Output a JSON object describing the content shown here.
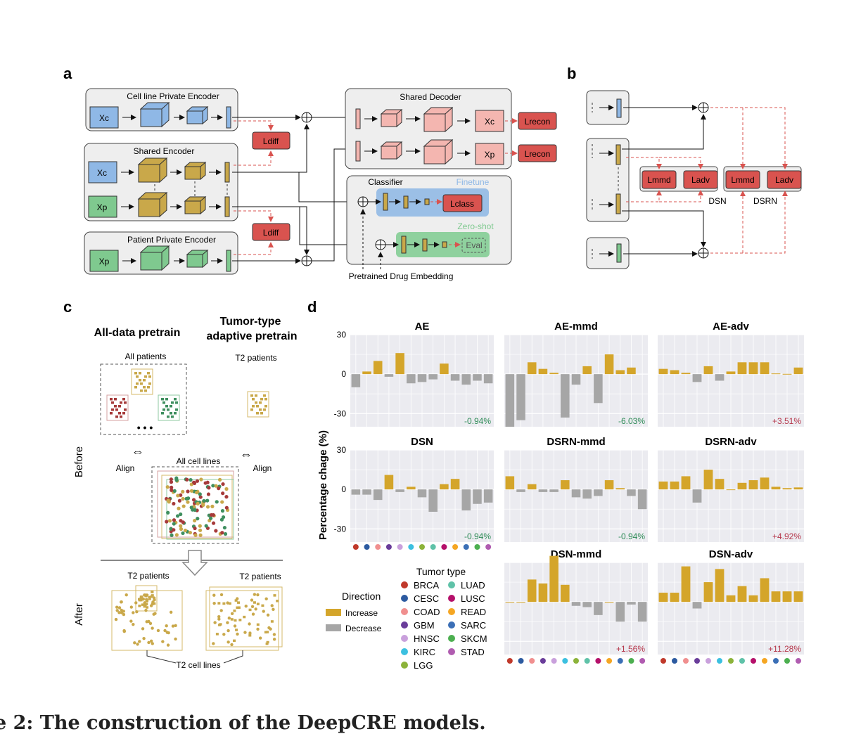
{
  "caption": "e 2: The construction of the DeepCRE models.",
  "panel_a": {
    "letter": "a",
    "cell_line_private_encoder": "Cell line Private Encoder",
    "shared_encoder": "Shared Encoder",
    "patient_private_encoder": "Patient Private Encoder",
    "shared_decoder": "Shared Decoder",
    "classifier": "Classifier",
    "finetune": "Finetune",
    "zero_shot": "Zero-shot",
    "xc": "Xc",
    "xp": "Xp",
    "ldiff": "Ldiff",
    "lrecon": "Lrecon",
    "lclass": "Lclass",
    "eval": "Eval",
    "drug_embedding": "Pretrained Drug Embedding"
  },
  "panel_b": {
    "letter": "b",
    "lmmd": "Lmmd",
    "ladv": "Ladv",
    "dsn": "DSN",
    "dsrn": "DSRN"
  },
  "panel_c": {
    "letter": "c",
    "all_data_pretrain": "All-data pretrain",
    "tumor_type_line1": "Tumor-type",
    "tumor_type_line2": "adaptive pretrain",
    "all_patients": "All patients",
    "t2_patients": "T2 patients",
    "ellipsis": "• • •",
    "before": "Before",
    "after": "After",
    "align": "Align",
    "all_cell_lines": "All cell lines",
    "t2_cell_lines": "T2 cell lines"
  },
  "panel_d": {
    "letter": "d",
    "ylabel": "Percentage chage (%)",
    "legend_direction_title": "Direction",
    "legend_increase": "Increase",
    "legend_decrease": "Decrease",
    "legend_tumor_title": "Tumor type",
    "colors": {
      "increase": "#d4a52a",
      "decrease": "#a6a6a6",
      "panel_bg": "#ebebf0",
      "pos_text": "#b5364a",
      "neg_text": "#2e8b57"
    }
  },
  "chart_data": {
    "type": "bar",
    "categories": [
      "BRCA",
      "CESC",
      "COAD",
      "GBM",
      "HNSC",
      "KIRC",
      "LGG",
      "LUAD",
      "LUSC",
      "READ",
      "SARC",
      "SKCM",
      "STAD"
    ],
    "category_colors": [
      "#c0392b",
      "#2c5aa0",
      "#f08f8f",
      "#6a3d9a",
      "#c9a0dc",
      "#3cc0e0",
      "#8cb33a",
      "#5fc2a8",
      "#b5106a",
      "#f5a623",
      "#3b6fb6",
      "#4caf50",
      "#b05cb0"
    ],
    "ylim": [
      -40,
      30
    ],
    "yticks": [
      30,
      0,
      -30
    ],
    "panels": [
      {
        "title": "AE",
        "summary": "-0.94%",
        "values": [
          -10,
          2,
          10,
          -2,
          16,
          -7,
          -6,
          -4,
          8,
          -5,
          -8,
          -5,
          -7
        ]
      },
      {
        "title": "AE-mmd",
        "summary": "-6.03%",
        "values": [
          -40,
          -35,
          9,
          4,
          1,
          -33,
          -8,
          6,
          -22,
          15,
          3,
          5,
          null
        ]
      },
      {
        "title": "AE-adv",
        "summary": "+3.51%",
        "values": [
          4,
          3,
          1,
          -6,
          6,
          -5,
          2,
          9,
          9,
          9,
          0.5,
          0.2,
          5
        ]
      },
      {
        "title": "DSN",
        "summary": "-0.94%",
        "values": [
          -4,
          -4,
          -8,
          11,
          -2,
          2,
          -6,
          -17,
          4,
          8,
          -16,
          -11,
          -10
        ]
      },
      {
        "title": "DSRN-mmd",
        "summary": "-0.94%",
        "values": [
          10,
          -2,
          4,
          -2,
          -2,
          7,
          -6,
          -7,
          -5,
          7,
          1,
          -5,
          -15
        ]
      },
      {
        "title": "DSRN-adv",
        "summary": "+4.92%",
        "values": [
          6,
          6,
          10,
          -10,
          15,
          8,
          0,
          5,
          7,
          9,
          2,
          1,
          1.5
        ]
      },
      {
        "title": "DSN-mmd",
        "summary": "+1.56%",
        "values": [
          0,
          0,
          17,
          14,
          35,
          13,
          -3,
          -4,
          -10,
          0,
          -15,
          -2,
          -15
        ]
      },
      {
        "title": "DSN-adv",
        "summary": "+11.28%",
        "values": [
          7,
          7,
          27,
          -5,
          15,
          25,
          5,
          12,
          5,
          18,
          8,
          8,
          8
        ]
      }
    ],
    "xlabel": "",
    "ylabel": "Percentage chage (%)"
  }
}
